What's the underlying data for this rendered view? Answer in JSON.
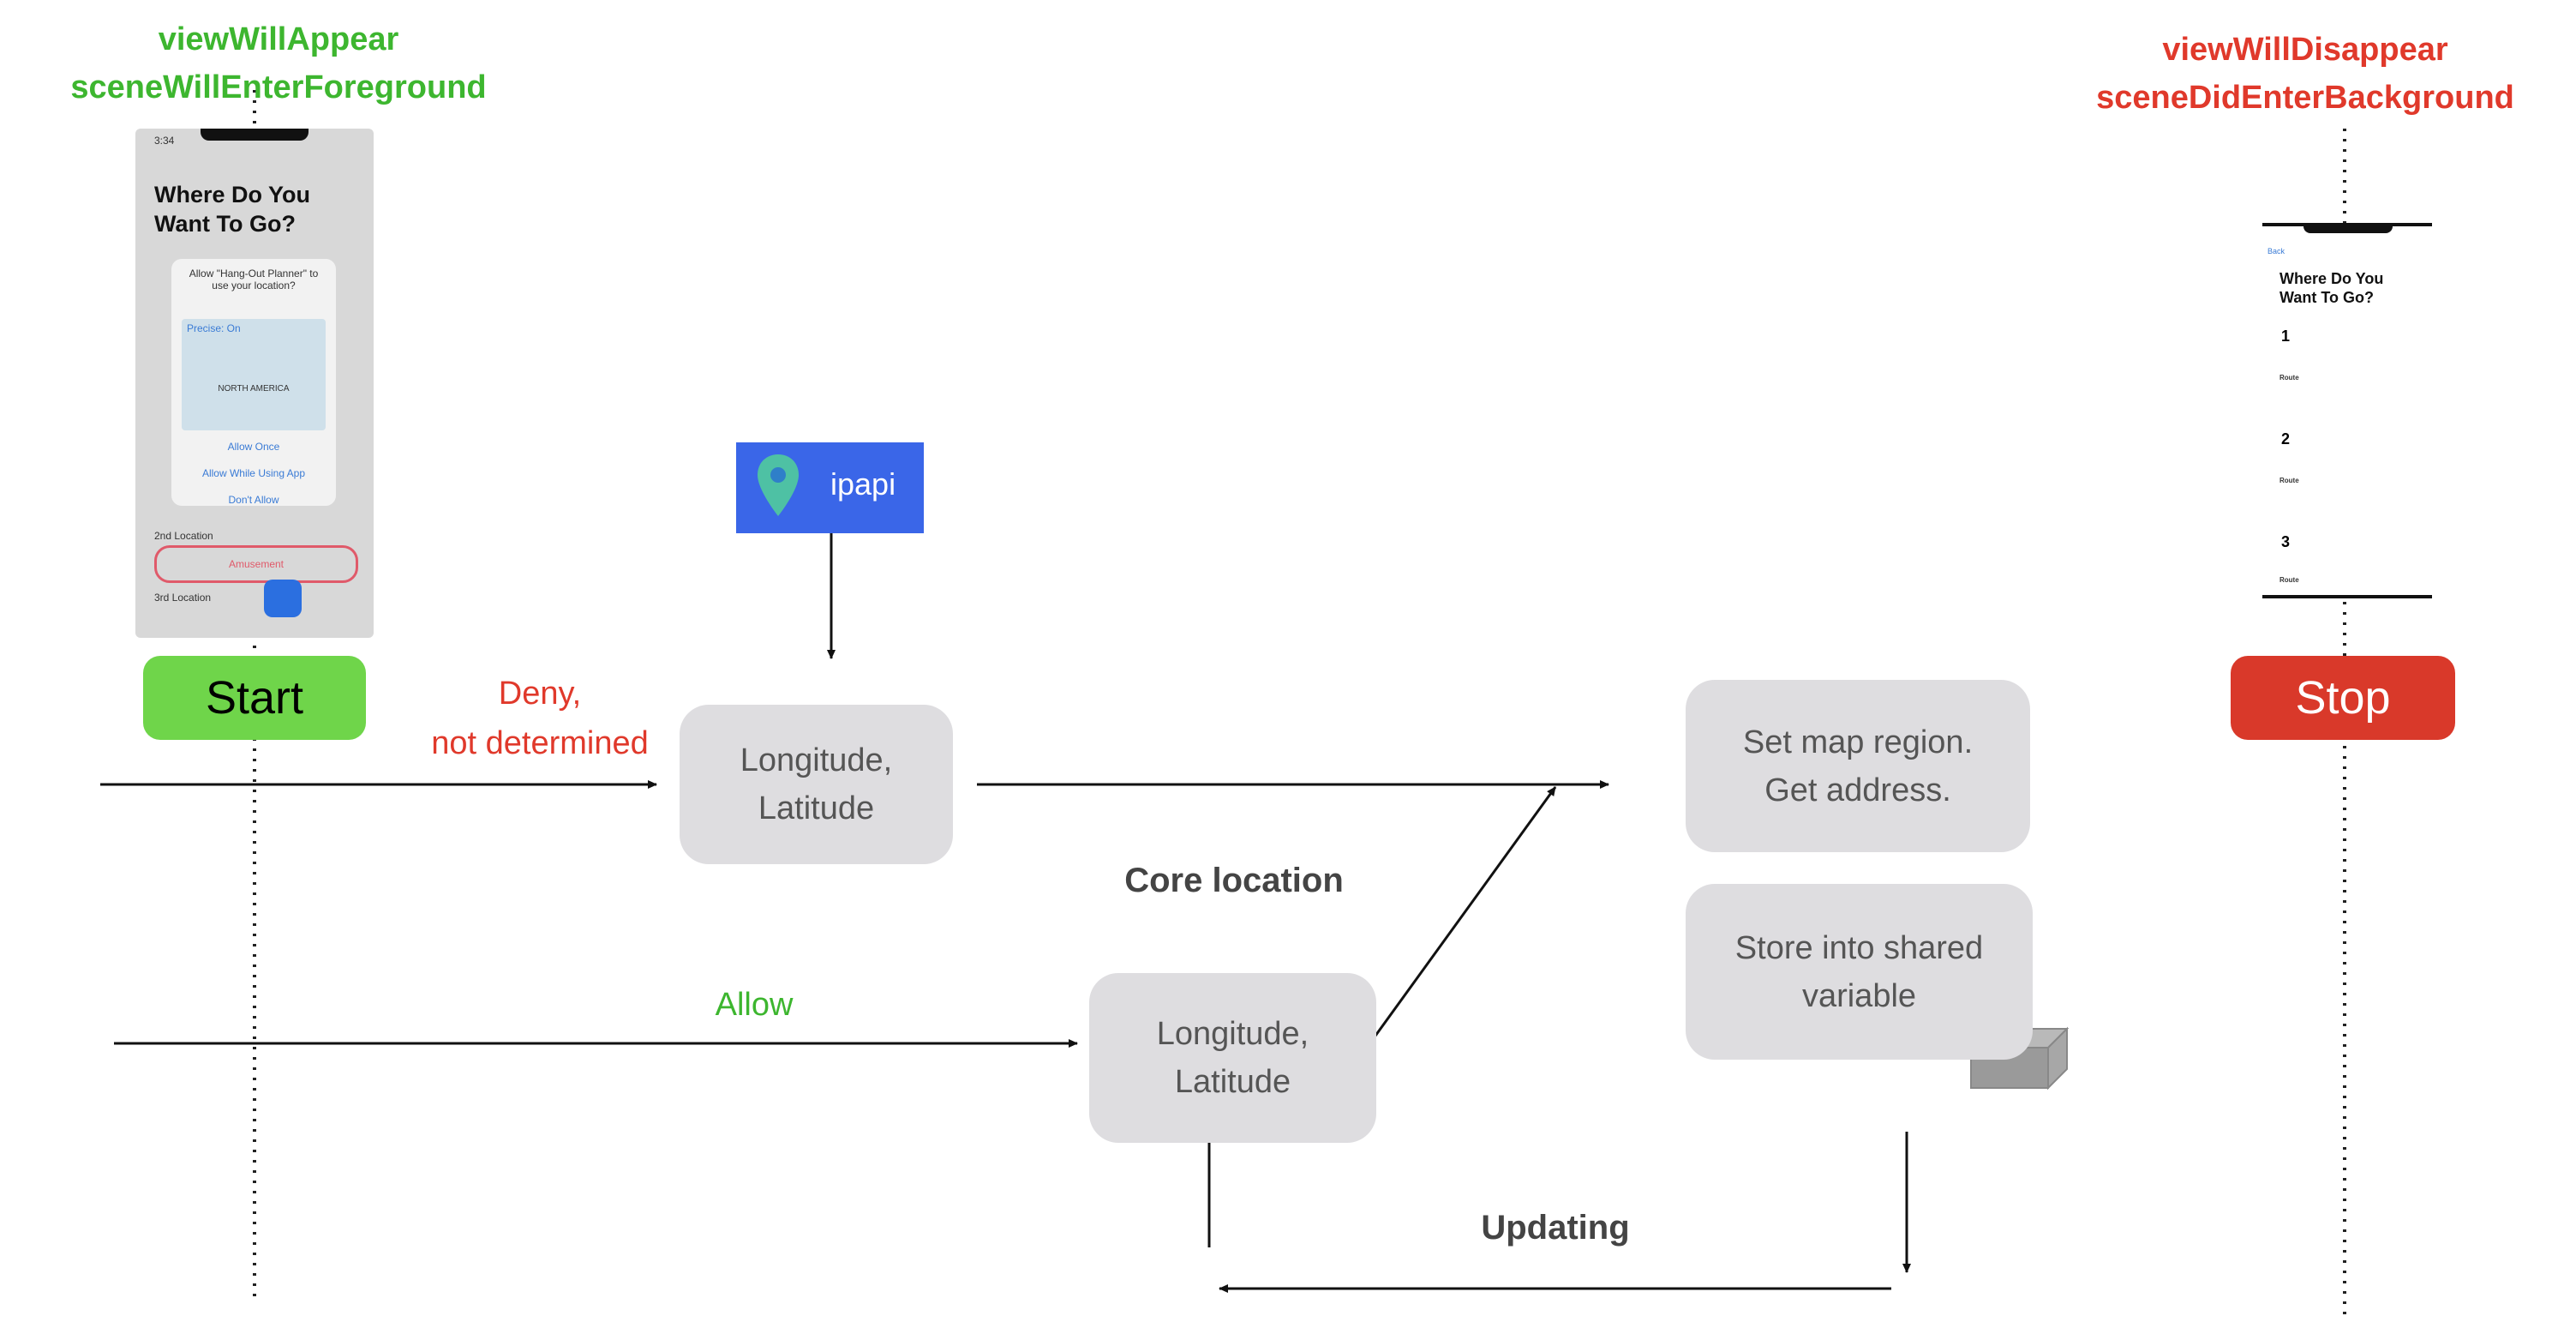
{
  "lifecycle": {
    "start_top": "viewWillAppear",
    "start_bottom": "sceneWillEnterForeground",
    "stop_top": "viewWillDisappear",
    "stop_bottom": "sceneDidEnterBackground"
  },
  "nodes": {
    "start": "Start",
    "stop": "Stop",
    "ipapi": "ipapi",
    "coord_top_line1": "Longitude,",
    "coord_top_line2": "Latitude",
    "coord_bottom_line1": "Longitude,",
    "coord_bottom_line2": "Latitude",
    "map_line1": "Set map region.",
    "map_line2": "Get address.",
    "store_line1": "Store into shared",
    "store_line2": "variable"
  },
  "edges": {
    "deny_line1": "Deny,",
    "deny_line2": "not determined",
    "allow": "Allow",
    "core_location": "Core location",
    "updating": "Updating"
  },
  "left_phone": {
    "time": "3:34",
    "title_line1": "Where Do You",
    "title_line2": "Want To Go?",
    "alert_line1": "Allow \"Hang-Out Planner\" to",
    "alert_line2": "use your location?",
    "precise": "Precise: On",
    "map_text": "NORTH AMERICA",
    "allow_once": "Allow Once",
    "allow_while": "Allow While Using App",
    "dont_allow": "Don't Allow",
    "second_location": "2nd Location",
    "amusement": "Amusement",
    "third_location": "3rd Location"
  },
  "right_phone": {
    "back": "Back",
    "title_line1": "Where Do You",
    "title_line2": "Want To Go?",
    "rank1": "1",
    "rank2": "2",
    "rank3": "3",
    "route": "Route"
  },
  "colors": {
    "green": "#3db62f",
    "red": "#e0392b",
    "start_fill": "#6fd54a",
    "stop_fill": "#d9392a",
    "ipapi_fill": "#3a66e8",
    "box_fill": "#dedde0"
  }
}
